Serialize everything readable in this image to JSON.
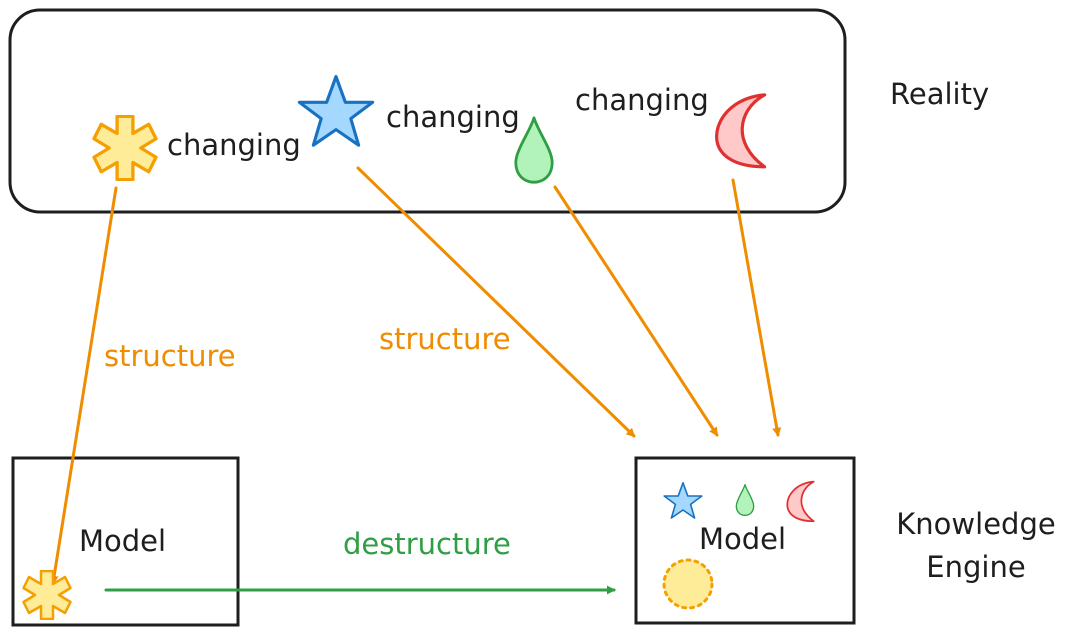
{
  "labels": {
    "reality": "Reality",
    "knowledge_engine_line1": "Knowledge",
    "knowledge_engine_line2": "Engine",
    "changing_1": "changing",
    "changing_2": "changing",
    "changing_3": "changing",
    "structure_1": "structure",
    "structure_2": "structure",
    "destructure": "destructure",
    "model_left": "Model",
    "model_right": "Model"
  },
  "colors": {
    "stroke": "#1e1e1e",
    "arrow_structure": "#f08c00",
    "arrow_destructure": "#2f9e44",
    "asterisk_fill": "#ffec99",
    "asterisk_stroke": "#f59f00",
    "star_fill": "#a5d8ff",
    "star_stroke": "#1971c2",
    "drop_fill": "#b2f2bb",
    "drop_stroke": "#2f9e44",
    "moon_fill": "#ffc9c9",
    "moon_stroke": "#e03131",
    "dotted_fill": "#ffec99",
    "dotted_stroke": "#f59f00"
  },
  "icons": [
    "asterisk-icon",
    "star-icon",
    "drop-icon",
    "moon-icon",
    "dotted-circle-icon"
  ]
}
